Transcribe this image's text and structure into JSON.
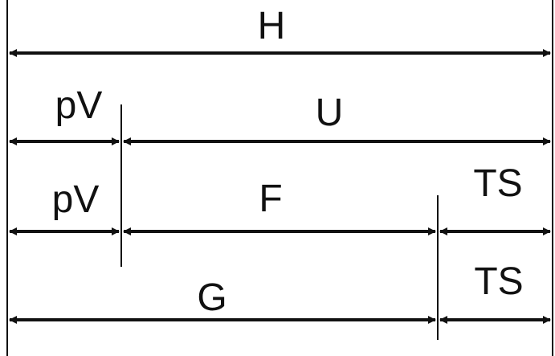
{
  "labels": {
    "h": "H",
    "pv_top": "pV",
    "u": "U",
    "pv_mid": "pV",
    "f": "F",
    "ts_mid": "TS",
    "g": "G",
    "ts_bottom": "TS"
  },
  "colors": {
    "ink": "#111111",
    "background": "#ffffff"
  }
}
